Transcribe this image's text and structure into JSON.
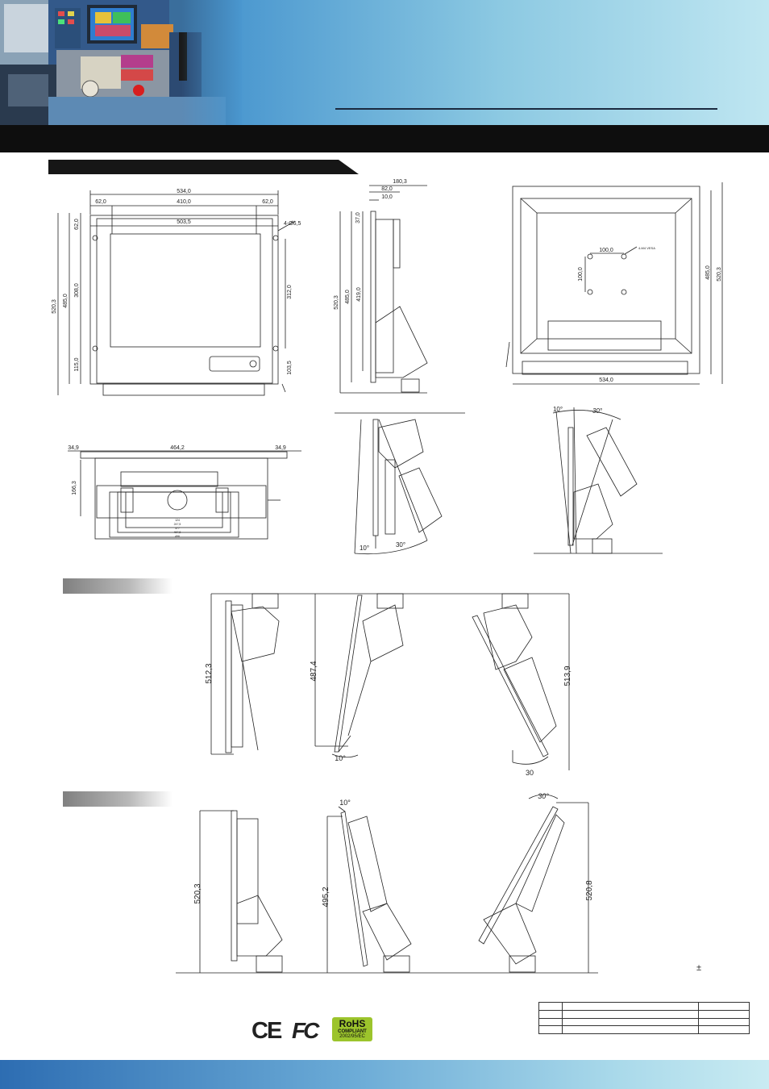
{
  "front_view": {
    "overall_width": "534,0",
    "margin_left": "62,0",
    "panel_width": "410,0",
    "margin_right": "62,0",
    "inner_width": "503,5",
    "hole_note": "4-Ø6,5",
    "overall_height": "520,3",
    "frame_height": "485,0",
    "top_margin": "62,0",
    "display_height": "308,0",
    "bottom_margin": "115,0",
    "side_span": "312,0",
    "bottom_offset": "103,5"
  },
  "side_view": {
    "depth": "180,3",
    "depth_2": "82,0",
    "depth_3": "10,0",
    "top_offset": "37,0",
    "height_1": "520,3",
    "height_2": "485,0",
    "height_3": "419,0"
  },
  "rear_view": {
    "width": "534,0",
    "height_1": "485,0",
    "height_2": "520,3",
    "vesa_h": "100,0",
    "vesa_v": "100,0",
    "vesa_label": "4-M4 VESA"
  },
  "bottom_view": {
    "left": "34,9",
    "center": "464,2",
    "right": "34,9",
    "depth": "166,3",
    "sub_dims": [
      "124",
      "247,5",
      "377",
      "467,8",
      "496"
    ]
  },
  "tilt_diagrams": {
    "a_angle_1": "10°",
    "a_angle_2": "30°",
    "b_angle_1": "10°",
    "b_angle_2": "30°"
  },
  "ceiling_mount": {
    "h1": "512,3",
    "h2": "487,4",
    "h3": "513,9",
    "angle_1": "10°",
    "angle_2": "30"
  },
  "desk_mount": {
    "h1": "520,3",
    "h2": "495,2",
    "h3": "520,8",
    "angle_1": "10°",
    "angle_2": "30°"
  },
  "tolerance_sign": "±",
  "logos": {
    "ce": "CE",
    "fcc": "FC",
    "rohs_title": "RoHS",
    "rohs_sub": "COMPLIANT",
    "rohs_code": "2002/95/EC"
  },
  "colors": {
    "header_dark": "#2b63a8",
    "header_light": "#bfe6f1",
    "title_bar": "#0e0e0e",
    "rohs_green": "#9cc42c"
  }
}
